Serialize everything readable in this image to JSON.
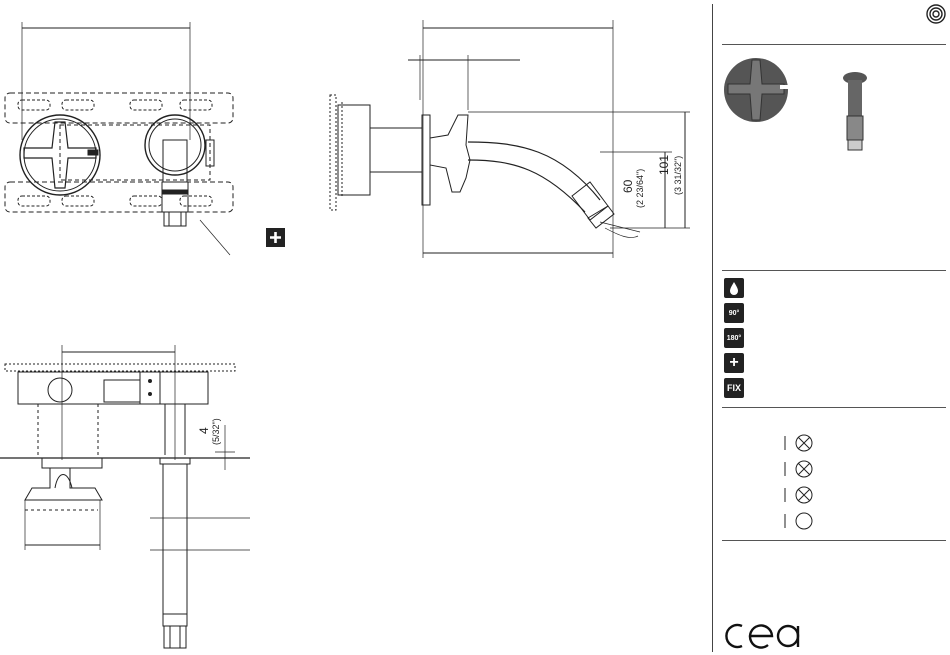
{
  "side_view": {
    "dim_spout_height_mm": "60",
    "dim_spout_height_in": "(2 23/64\")",
    "dim_total_height_mm": "101",
    "dim_total_height_in": "(3 31/32\")"
  },
  "bottom_view": {
    "dim_flange_mm": "4",
    "dim_flange_in": "(5/32\")"
  },
  "panel": {
    "finishes_label": "",
    "icons": [
      {
        "name": "water-drop-icon",
        "text": ""
      },
      {
        "name": "rotation-90-icon",
        "text": "90°"
      },
      {
        "name": "rotation-180-icon",
        "text": "180°"
      },
      {
        "name": "plus-icon",
        "text": "+"
      },
      {
        "name": "fix-icon",
        "text": "FIX"
      }
    ],
    "logo": "cea"
  }
}
